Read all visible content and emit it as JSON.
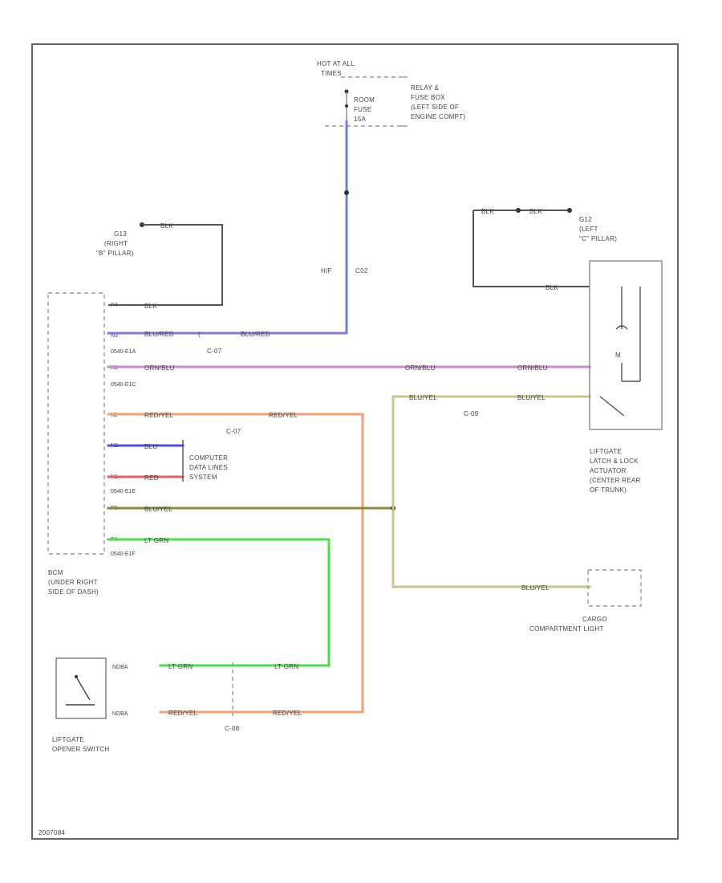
{
  "labels": {
    "hot_at_all_times": [
      "HOT AT ALL",
      "TIMES"
    ],
    "fuse": [
      "ROOM",
      "FUSE",
      "15A"
    ],
    "relay_fuse_box": [
      "RELAY &",
      "FUSE BOX",
      "(LEFT SIDE OF",
      "ENGINE COMPT)"
    ],
    "ground_g13": [
      "G13",
      "(RIGHT",
      "\"B\" PILLAR)"
    ],
    "ground_g12": [
      "G12",
      "(LEFT",
      "\"C\" PILLAR)"
    ],
    "connector_c02": "C02",
    "connector_c02_pin": "H/F",
    "connector_c07_a": "C-07",
    "connector_c07_b": "C-07",
    "connector_c09": "C-09",
    "connector_c08": "C-08",
    "bcm_connectors": [
      "0540-E1A",
      "0540-E1C",
      "0540-E1E",
      "0540-E1F"
    ],
    "computer_data_lines": [
      "COMPUTER",
      "DATA LINES",
      "SYSTEM"
    ],
    "bcm": [
      "BCM",
      "(UNDER RIGHT",
      "SIDE OF DASH)"
    ],
    "liftgate_actuator": [
      "LIFTGATE",
      "LATCH & LOCK",
      "ACTUATOR",
      "(CENTER REAR",
      "OF TRUNK)"
    ],
    "cargo_light": [
      "CARGO",
      "COMPARTMENT LIGHT"
    ],
    "opener_switch": [
      "LIFTGATE",
      "OPENER SWITCH"
    ],
    "figure_id": "2007084"
  },
  "wires": {
    "blk": "BLK",
    "blu_red": "BLU/RED",
    "orn_blu": "ORN/BLU",
    "red_yel": "RED/YEL",
    "blu_yel": "BLU/YEL",
    "lt_grn": "LT GRN",
    "blu": "BLU",
    "red": "RED"
  },
  "pins": {
    "p1": "P4",
    "p2": "N3",
    "p3": "N1",
    "p4": "N2",
    "p5": "N1",
    "p6": "N1",
    "p7": "P3",
    "p8": "P4",
    "s1": "NDBA",
    "s2": "NDBA"
  },
  "colors": {
    "blk": "#4a4a4a",
    "blu_red": "#8f72e0",
    "orn_blu": "#c98bd0",
    "red_yel": "#f2a074",
    "blu_yel": "#c9c68a",
    "lt_grn": "#47e047",
    "blu": "#4d52e6",
    "red": "#e86060",
    "vert_blue": "#6f7fe0"
  }
}
